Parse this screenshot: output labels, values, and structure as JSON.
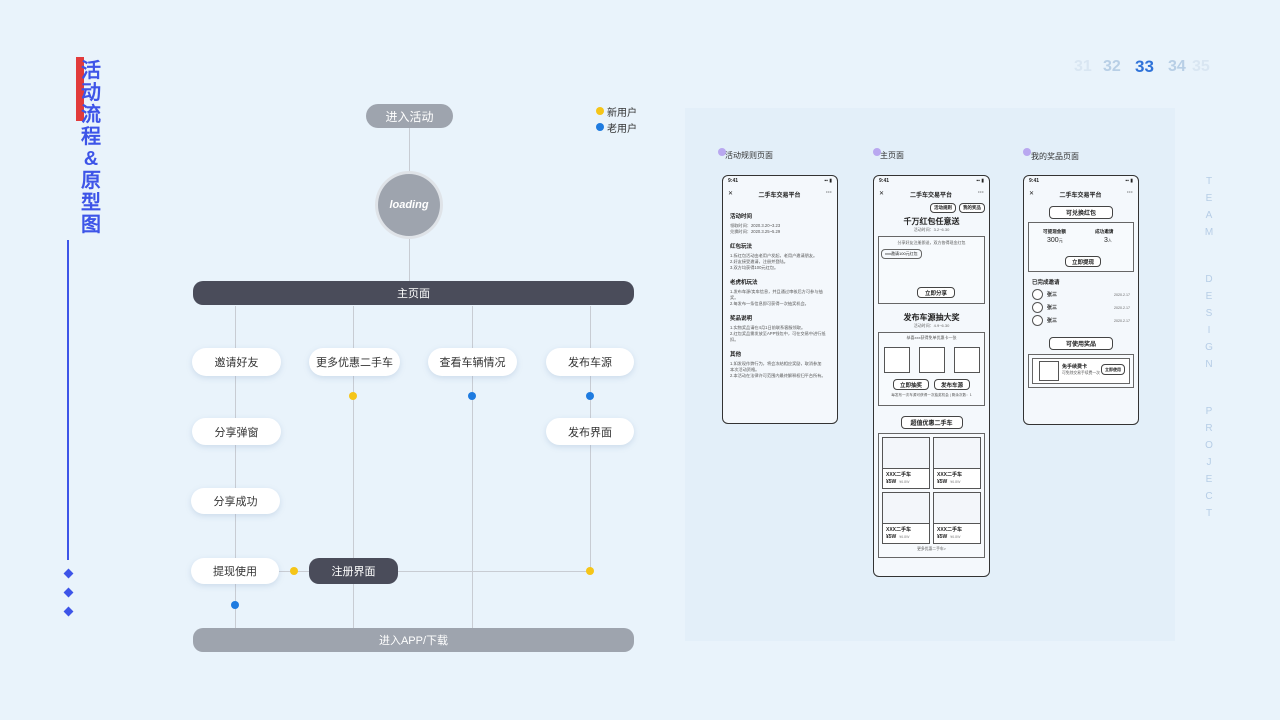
{
  "title": "活动流程&原型图",
  "page_numbers": [
    "31",
    "32",
    "33",
    "34",
    "35"
  ],
  "side_text": "TEAM DESIGN PROJECT",
  "legend": {
    "new_user": "新用户",
    "old_user": "老用户",
    "new_color": "#f5c518",
    "old_color": "#1e7be0"
  },
  "flow": {
    "enter_activity": "进入活动",
    "loading": "loading",
    "main_page": "主页面",
    "invite_friends": "邀请好友",
    "more_cars": "更多优惠二手车",
    "view_vehicle": "查看车辆情况",
    "publish_car": "发布车源",
    "share_popup": "分享弹窗",
    "publish_page": "发布界面",
    "share_success": "分享成功",
    "withdraw": "提现使用",
    "register": "注册界面",
    "enter_app": "进入APP/下载"
  },
  "prototypes": {
    "rules": {
      "label": "活动规则页面",
      "time": "9:41",
      "app_title": "二手车交易平台",
      "sections": [
        {
          "h": "活动时间",
          "t": [
            "领取时间：2020.3.20~3.23",
            "兑换时间：2020.3.25~5.29"
          ]
        },
        {
          "h": "红包玩法",
          "t": [
            "1.拆红包活动由老用户发起，老用户邀请朋友。",
            "2.好友接受邀请，注册并登陆。",
            "3.双方均获得100元红包。"
          ]
        },
        {
          "h": "老虎机玩法",
          "t": [
            "1.发布车源/卖车信息，并且通过审核后方可参与抽奖。",
            "2.每发布一条信息即可获得一次抽奖机会。"
          ]
        },
        {
          "h": "奖品说明",
          "t": [
            "1.实物奖品请在4月1日前联系客服领取。",
            "2.红包奖品需发放至APP钱包中，可在交易中进行抵扣。"
          ]
        },
        {
          "h": "其他",
          "t": [
            "1.如发现作弊行为，将会冻结相应奖励，取消参加",
            "本次活动资格。",
            "2.本活动在法律许可范围内最终解释权归平台所有。"
          ]
        }
      ]
    },
    "home": {
      "label": "主页面",
      "time": "9:41",
      "app_title": "二手车交易平台",
      "tags": [
        "活动规则",
        "我的奖品"
      ],
      "section1_title": "千万红包任意送",
      "section1_sub": "活动时间：3.2~6.30",
      "share_hint": "分享好友注册即送，双方各得现金红包",
      "reward_chip": "xxx邀请100元红包",
      "share_btn": "立即分享",
      "section2_title": "发布车源抽大奖",
      "section2_sub": "活动时间：4.9~6.30",
      "lottery_hint": "恭喜xxx获得免单优惠卡一张",
      "draw_btn": "立即抽奖",
      "publish_btn": "发布车源",
      "draw_hint": "每发布一次车源可获得一次抽奖机会",
      "draw_remain": "剩余次数：1",
      "section3_title": "超值优惠二手车",
      "cars": [
        {
          "name": "XXX二手车",
          "price": "¥5W",
          "old": "¥6.8W"
        },
        {
          "name": "XXX二手车",
          "price": "¥5W",
          "old": "¥6.8W"
        },
        {
          "name": "XXX二手车",
          "price": "¥5W",
          "old": "¥6.8W"
        },
        {
          "name": "XXX二手车",
          "price": "¥5W",
          "old": "¥6.8W"
        }
      ],
      "more": "更多优惠二手车>"
    },
    "prizes": {
      "label": "我的奖品页面",
      "time": "9:41",
      "app_title": "二手车交易平台",
      "redeem_title": "可兑换红包",
      "cash_label": "可提现金额",
      "cash_value": "300",
      "cash_unit": "元",
      "invite_label": "成功邀请",
      "invite_value": "3",
      "invite_unit": "人",
      "withdraw_btn": "立即提现",
      "invited_title": "已完成邀请",
      "invitees": [
        {
          "name": "张三",
          "date": "2020.2.17"
        },
        {
          "name": "张三",
          "date": "2020.2.17"
        },
        {
          "name": "张三",
          "date": "2020.2.17"
        }
      ],
      "prizes_title": "可使用奖品",
      "coupon_name": "免手续费卡",
      "coupon_desc": "可免除交易手续费一次",
      "use_btn": "立即使用"
    }
  }
}
